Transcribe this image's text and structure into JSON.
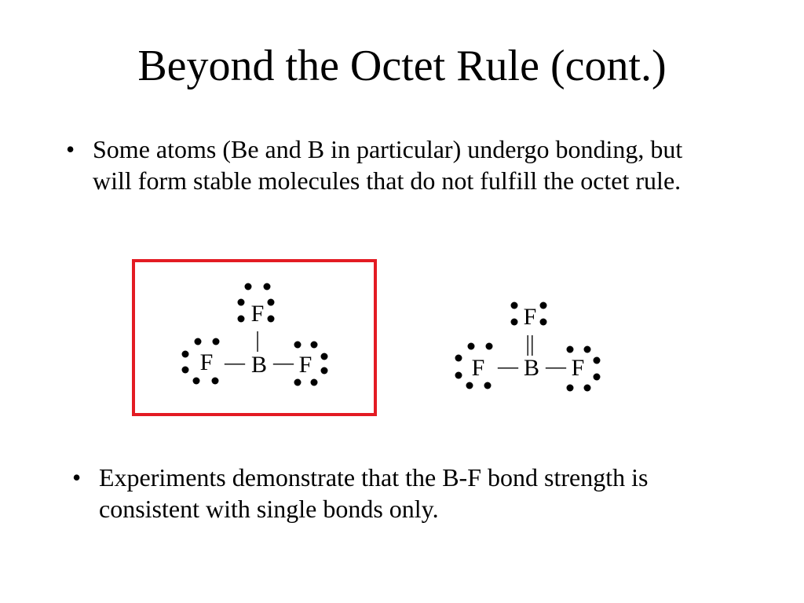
{
  "slide": {
    "title": "Beyond the Octet Rule (cont.)",
    "bullets": [
      {
        "marker": "•",
        "text": "Some atoms (Be and B in particular) undergo bonding, but will form stable molecules that do not fulfill the octet rule."
      },
      {
        "marker": "•",
        "text": "Experiments demonstrate that the B-F bond strength is consistent with single bonds only."
      }
    ]
  },
  "structures": {
    "highlight_color": "#e31b23",
    "single_bond": {
      "top_atom": "F",
      "left_atom": "F",
      "center_atom": "B",
      "right_atom": "F",
      "vertical_bond": "|",
      "left_bond": "—",
      "right_bond": "—"
    },
    "double_bond": {
      "top_atom": "F",
      "left_atom": "F",
      "center_atom": "B",
      "right_atom": "F",
      "vertical_bond": "||",
      "left_bond": "—",
      "right_bond": "—"
    }
  }
}
